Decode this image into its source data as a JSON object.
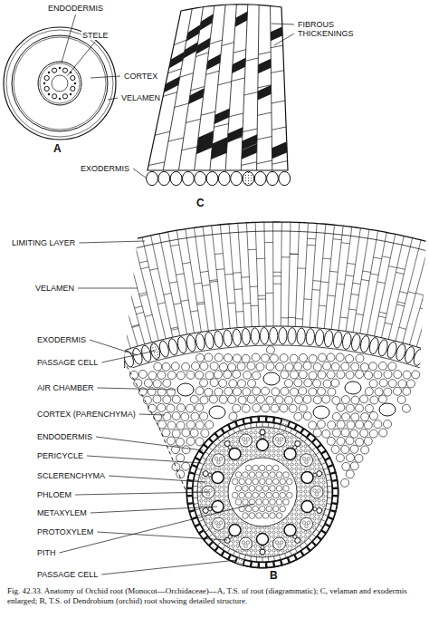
{
  "diagram": {
    "caption": "Fig. 42.33. Anatomy of Orchid root (Monocot—Orchidaceae)—A, T.S. of root (diagrammatic); C, velaman and exodermis enlarged; B, T.S. of Dendrobium (orchid) root showing detailed structure.",
    "labels": [
      "ENDODERMIS",
      "STELE",
      "FIBROUS THICKENINGS",
      "CORTEX",
      "VELAMEN",
      "A",
      "EXODERMIS",
      "C",
      "LIMITING LAYER",
      "VELAMEN",
      "EXODERMIS",
      "PASSAGE CELL",
      "AIR CHAMBER",
      "CORTEX (PARENCHYMA)",
      "ENDODERMIS",
      "PERICYCLE",
      "SCLERENCHYMA",
      "PHLOEM",
      "METAXYLEM",
      "PROTOXYLEM",
      "PITH",
      "PASSAGE CELL",
      "B"
    ]
  }
}
